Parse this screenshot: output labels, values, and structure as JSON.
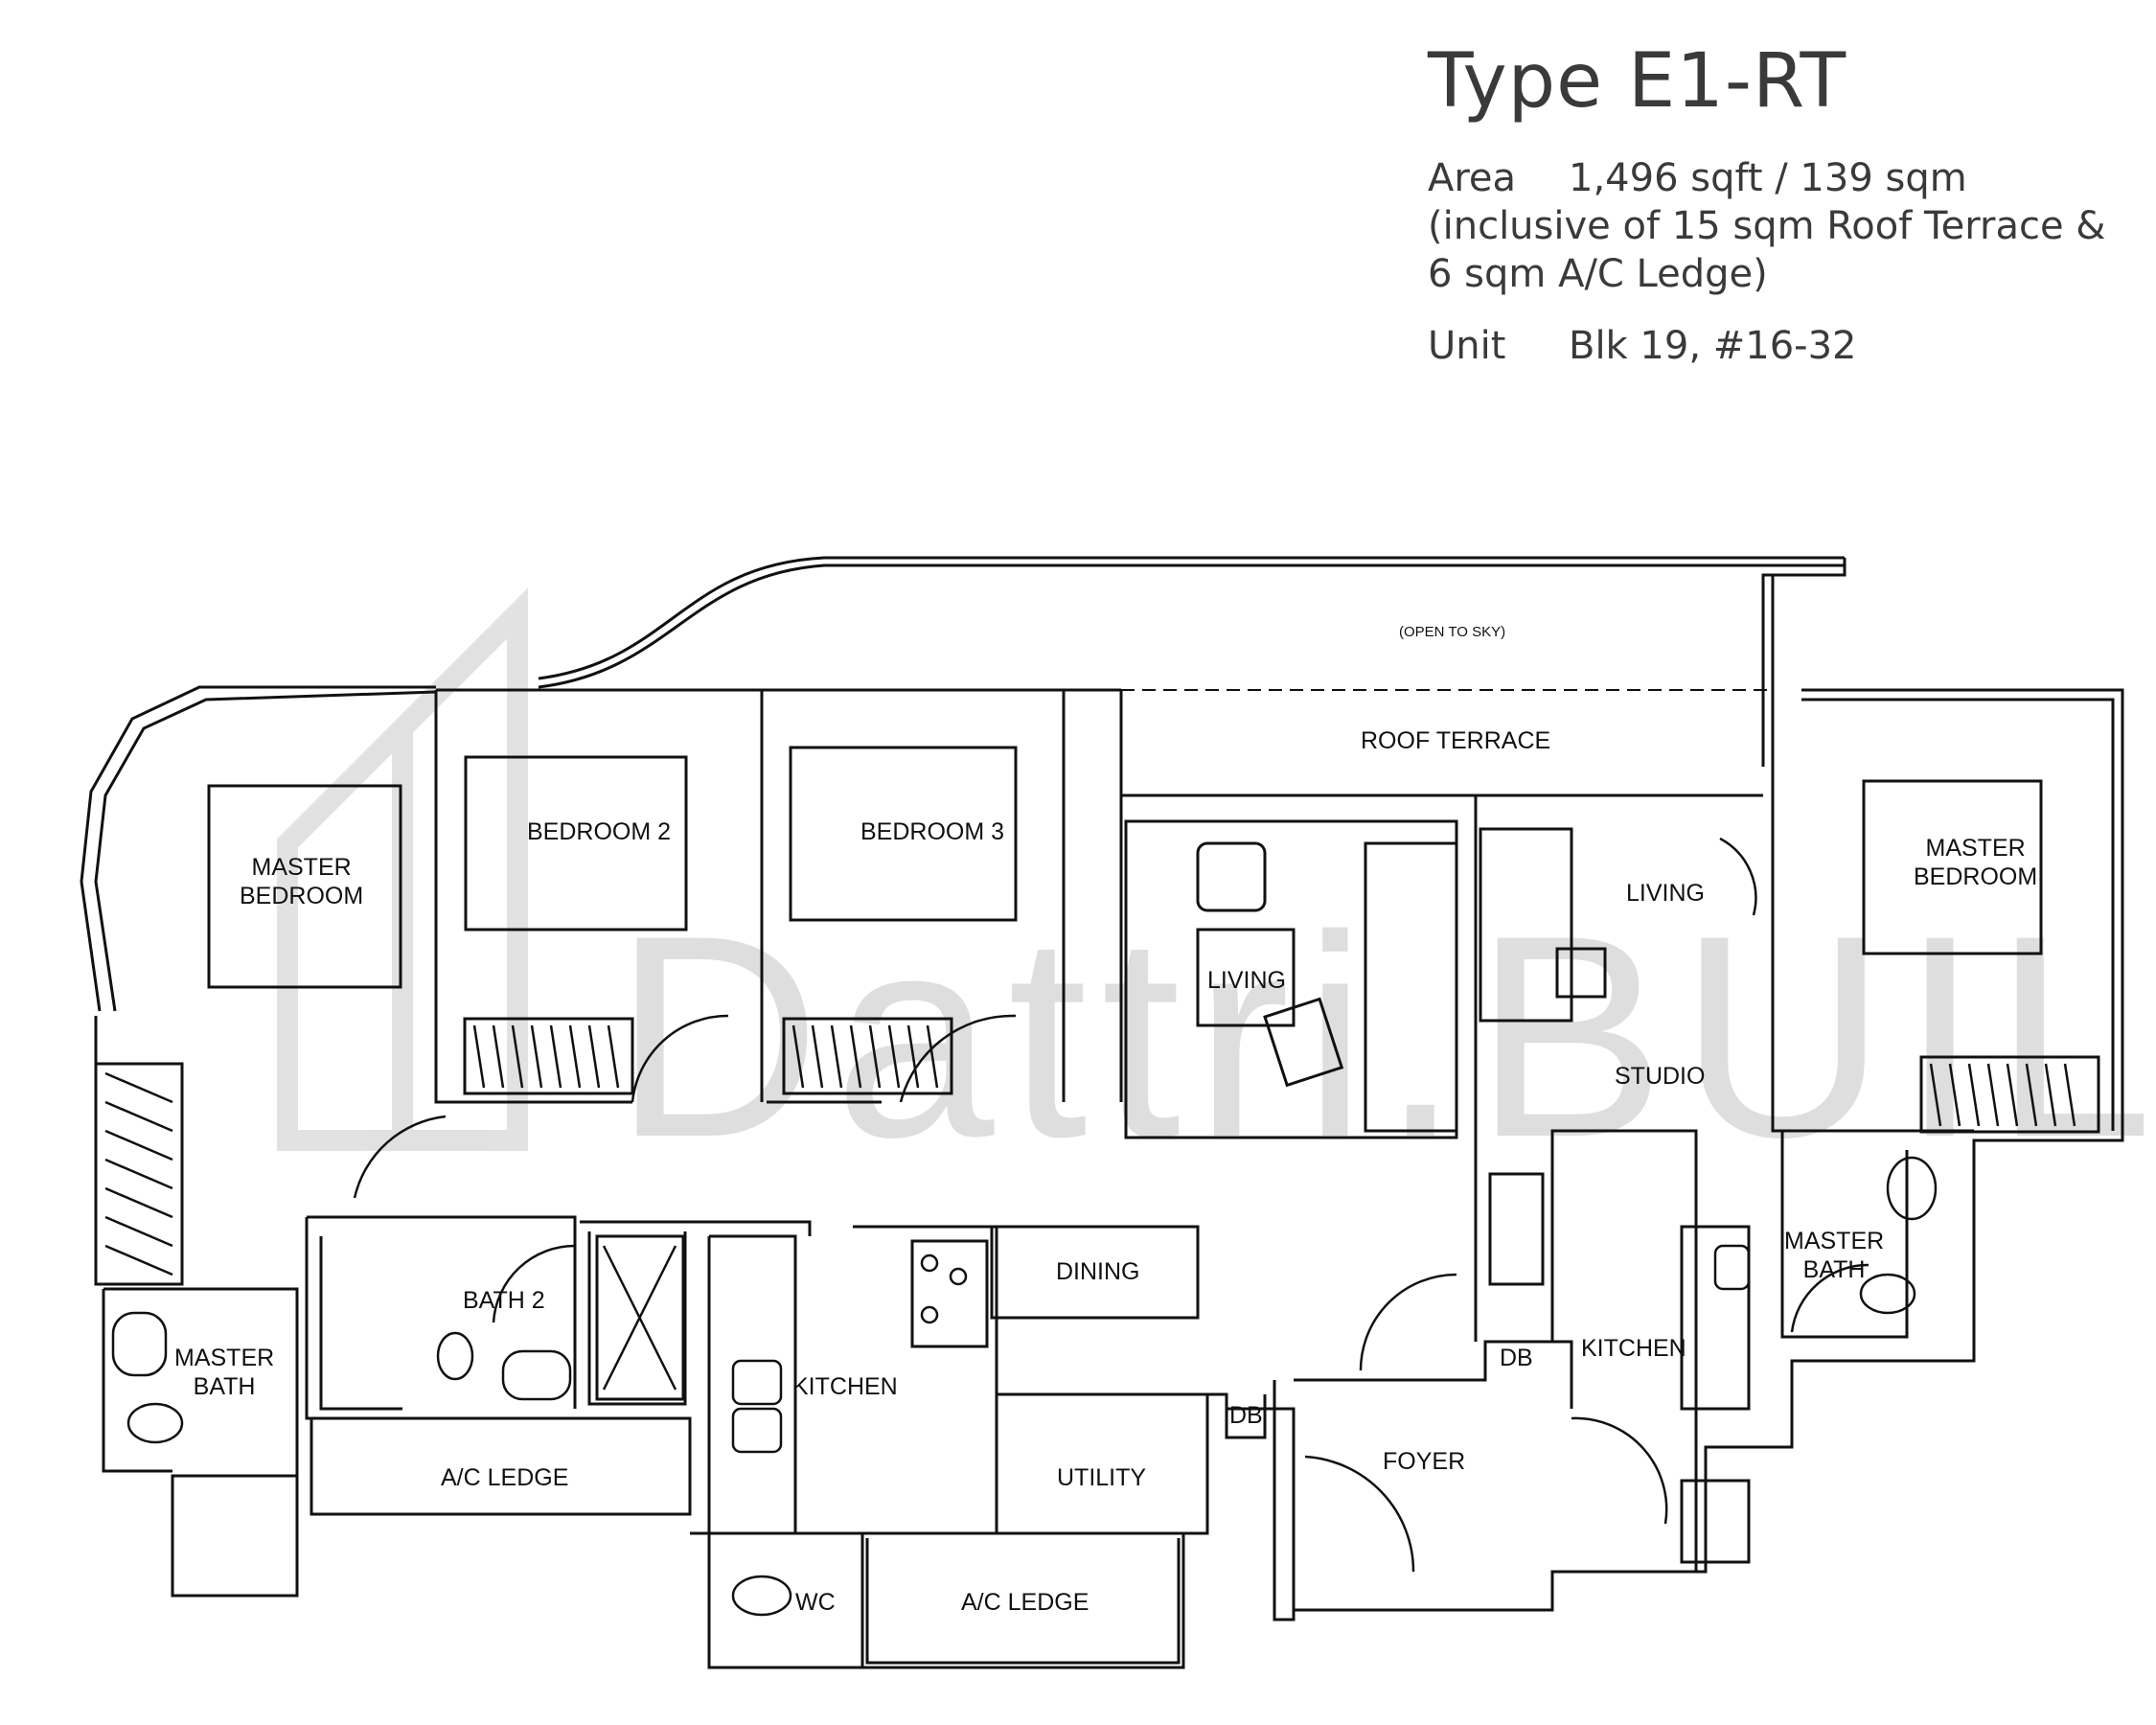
{
  "header": {
    "title": "Type E1-RT",
    "area_label": "Area",
    "area_value": "1,496 sqft / 139 sqm",
    "area_note_line1": "(inclusive of 15 sqm Roof Terrace &",
    "area_note_line2": "6 sqm A/C Ledge)",
    "unit_label": "Unit",
    "unit_value": "Blk 19,  #16-32"
  },
  "rooms": {
    "open_to_sky": "(OPEN TO SKY)",
    "roof_terrace": "ROOF TERRACE",
    "master_bedroom_left_1": "MASTER",
    "master_bedroom_left_2": "BEDROOM",
    "bedroom_2": "BEDROOM 2",
    "bedroom_3": "BEDROOM 3",
    "living_main": "LIVING",
    "living_right": "LIVING",
    "master_bedroom_right_1": "MASTER",
    "master_bedroom_right_2": "BEDROOM",
    "studio": "STUDIO",
    "bath_2": "BATH 2",
    "dining": "DINING",
    "master_bath_left_1": "MASTER",
    "master_bath_left_2": "BATH",
    "kitchen_main": "KITCHEN",
    "db_left": "DB",
    "db_right": "DB",
    "kitchen_right": "KITCHEN",
    "master_bath_right_1": "MASTER",
    "master_bath_right_2": "BATH",
    "ac_ledge_left": "A/C LEDGE",
    "utility": "UTILITY",
    "foyer": "FOYER",
    "wc": "WC",
    "ac_ledge_bottom": "A/C LEDGE"
  },
  "watermark": "Dattri.BUILD"
}
